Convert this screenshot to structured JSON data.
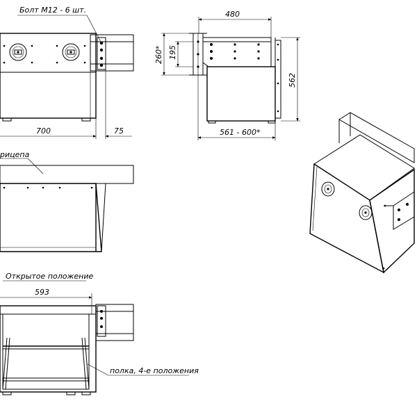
{
  "labels": {
    "bolts": "Болт М12 - 6 шт.",
    "hitch_frame": "рицепа",
    "open_position": "Открытое положение",
    "shelf": "полка, 4-е положения"
  },
  "dimensions": {
    "width_700": "700",
    "offset_75": "75",
    "depth_480": "480",
    "height_260": "260*",
    "height_195": "195",
    "height_562": "562",
    "range_561_600": "561 - 600*",
    "open_593": "593"
  }
}
